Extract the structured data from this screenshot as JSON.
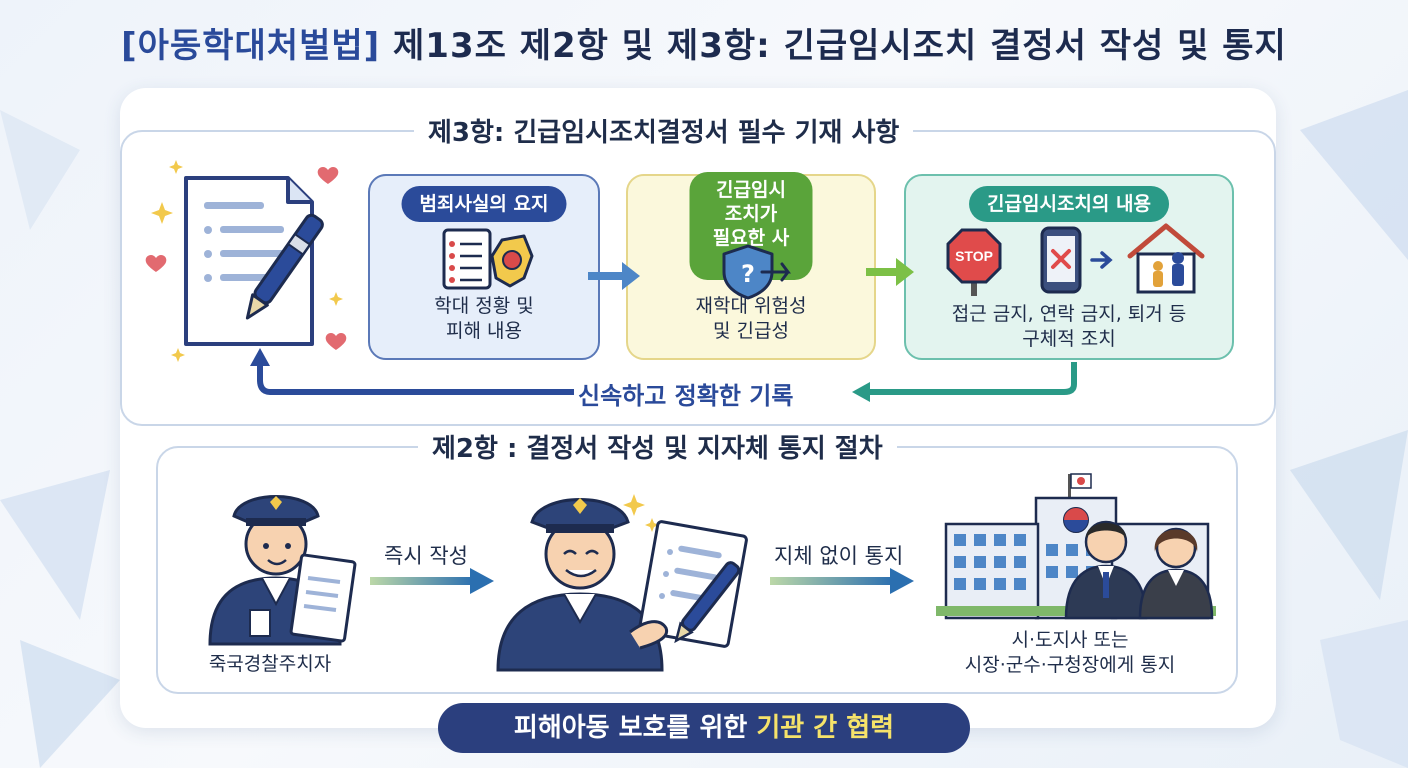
{
  "title": {
    "bracket": "[아동학대처벌법]",
    "text": "제13조 제2항 및 제3항: 긴급임시조치 결정서 작성 및 통지"
  },
  "section3": {
    "title": "제3항: 긴급임시조치결정서 필수 기재 사항",
    "cards": [
      {
        "label": "범죄사실의 요지",
        "text": "학대 정황 및\n피해 내용"
      },
      {
        "label": "긴급임시조치가\n필요한 사유",
        "text": "재학대 위험성\n및 긴급성"
      },
      {
        "label": "긴급임시조치의 내용",
        "text": "접근 금지, 연락 금지, 퇴거 등\n구체적 조치"
      }
    ],
    "stop_sign": "STOP",
    "feedback_label": "신속하고 정확한 기록"
  },
  "section2": {
    "title": "제2항 : 결정서 작성 및 지자체 통지 절차",
    "officer_caption": "죽국경찰주치자",
    "step1_label": "즉시 작성",
    "step2_label": "지체 없이 통지",
    "recipient_caption": "시·도지사 또는\n시장·군수·구청장에게 통지"
  },
  "footer": {
    "text_pre": "피해아동 보호를 위한 ",
    "text_highlight": "기관 간 협력"
  },
  "colors": {
    "navy": "#2b3f7e",
    "card_blue_bg": "#e6eefa",
    "card_yellow_bg": "#fbf8dc",
    "card_teal_bg": "#e3f4ef",
    "green": "#5aa43a",
    "teal": "#2a9a87"
  }
}
